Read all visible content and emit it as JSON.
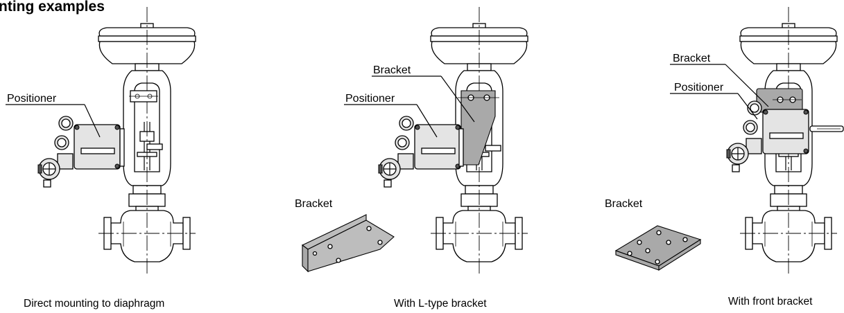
{
  "heading": "nting examples",
  "examples": [
    {
      "caption": "Direct mounting to diaphragm",
      "labels": [
        "Positioner"
      ]
    },
    {
      "caption": "With L-type bracket",
      "labels": [
        "Bracket",
        "Positioner",
        "Bracket"
      ]
    },
    {
      "caption": "With front bracket",
      "labels": [
        "Bracket",
        "Positioner",
        "Bracket"
      ]
    }
  ],
  "colors": {
    "positioner_fill": "#e4e4e4",
    "bracket_fill": "#a9a9a9",
    "line": "#000000"
  }
}
